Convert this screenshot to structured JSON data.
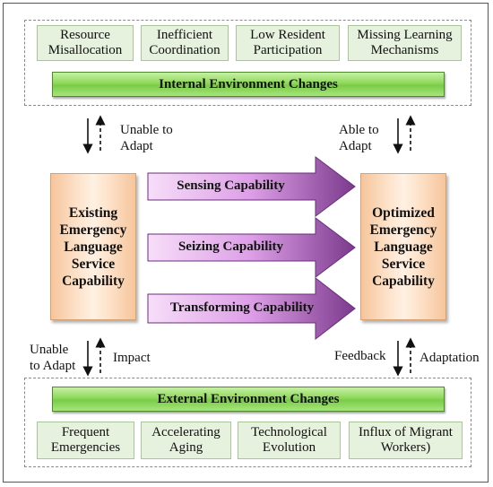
{
  "internal": {
    "problems": [
      "Resource\nMisallocation",
      "Inefficient\nCoordination",
      "Low Resident\nParticipation",
      "Missing Learning\nMechanisms"
    ],
    "bar_label": "Internal Environment Changes"
  },
  "external": {
    "bar_label": "External Environment Changes",
    "problems": [
      "Frequent\nEmergencies",
      "Accelerating\nAging",
      "Technological\nEvolution",
      "Influx of Migrant\nWorkers)"
    ]
  },
  "existing_box": "Existing\nEmergency\nLanguage\nService\nCapability",
  "optimized_box": "Optimized\nEmergency\nLanguage\nService\nCapability",
  "capabilities": [
    "Sensing Capability",
    "Seizing Capability",
    "Transforming Capability"
  ],
  "labels": {
    "top_left": "Unable to\nAdapt",
    "top_right": "Able to\nAdapt",
    "bottom_left_1": "Unable\nto Adapt",
    "bottom_left_2": "Impact",
    "bottom_right_1": "Feedback",
    "bottom_right_2": "Adaptation"
  }
}
